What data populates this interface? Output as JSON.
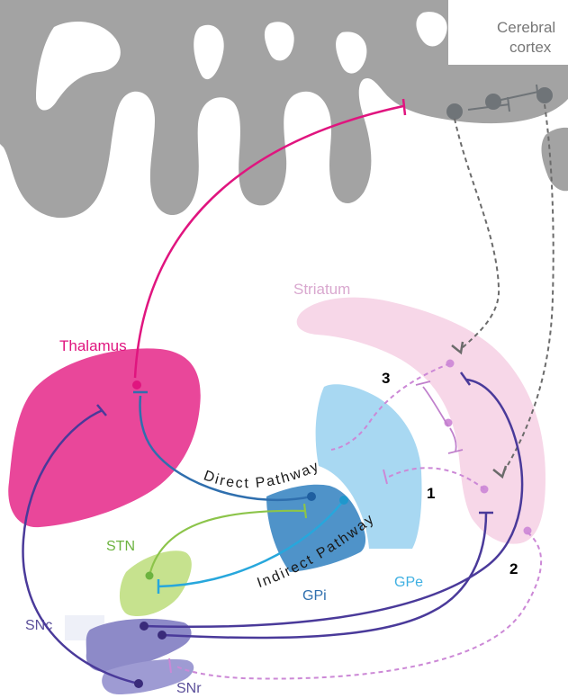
{
  "labels": {
    "cortex_line1": "Cerebral",
    "cortex_line2": "cortex",
    "striatum": "Striatum",
    "thalamus": "Thalamus",
    "stn": "STN",
    "gpi": "GPi",
    "gpe": "GPe",
    "snc": "SNc",
    "snr": "SNr",
    "direct_pathway": "Direct Pathway",
    "indirect_pathway": "Indirect Pathway",
    "num_1": "1",
    "num_2": "2",
    "num_3": "3"
  },
  "colors": {
    "cortex": "#9a9a9a",
    "cortex_neuron": "#6f7478",
    "striatum": "#f7d7e8",
    "striatum_text": "#d9a8cf",
    "thalamus": "#e9479a",
    "thalamus_text": "#e0157f",
    "stn": "#c6e28e",
    "stn_text": "#6cb33f",
    "gpi": "#4f93c9",
    "gpi_text": "#2f6fae",
    "gpe": "#a8d8f2",
    "gpe_text": "#3fb0e2",
    "snc": "#8d8ac8",
    "snc_text": "#5b4f9a",
    "magenta_line": "#e0157f",
    "blue_line": "#2f6fae",
    "cyan_line": "#27a7dc",
    "green_line": "#8cc44a",
    "purple_line": "#4a3a9a",
    "lilac_dashed": "#cc88d6",
    "gray_dashed": "#6b6b6b"
  }
}
